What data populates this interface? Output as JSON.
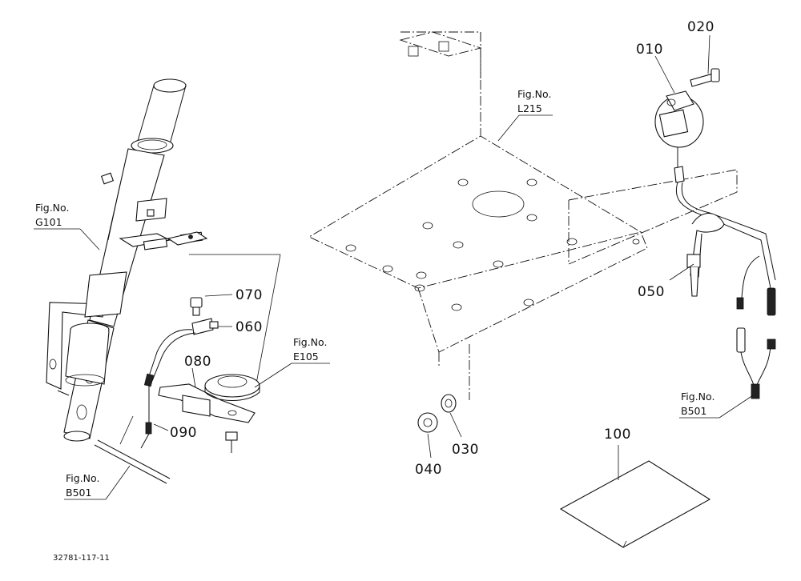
{
  "diagram": {
    "part_labels": {
      "p010": "010",
      "p020": "020",
      "p030": "030",
      "p040": "040",
      "p050": "050",
      "p060": "060",
      "p070": "070",
      "p080": "080",
      "p090": "090",
      "p100": "100"
    },
    "figure_refs": {
      "g101": {
        "line1": "Fig.No.",
        "line2": "G101"
      },
      "b501_left": {
        "line1": "Fig.No.",
        "line2": "B501"
      },
      "e105": {
        "line1": "Fig.No.",
        "line2": "E105"
      },
      "l215": {
        "line1": "Fig.No.",
        "line2": "L215"
      },
      "b501_right": {
        "line1": "Fig.No.",
        "line2": "B501"
      }
    },
    "drawing_code": "32781-117-11"
  }
}
